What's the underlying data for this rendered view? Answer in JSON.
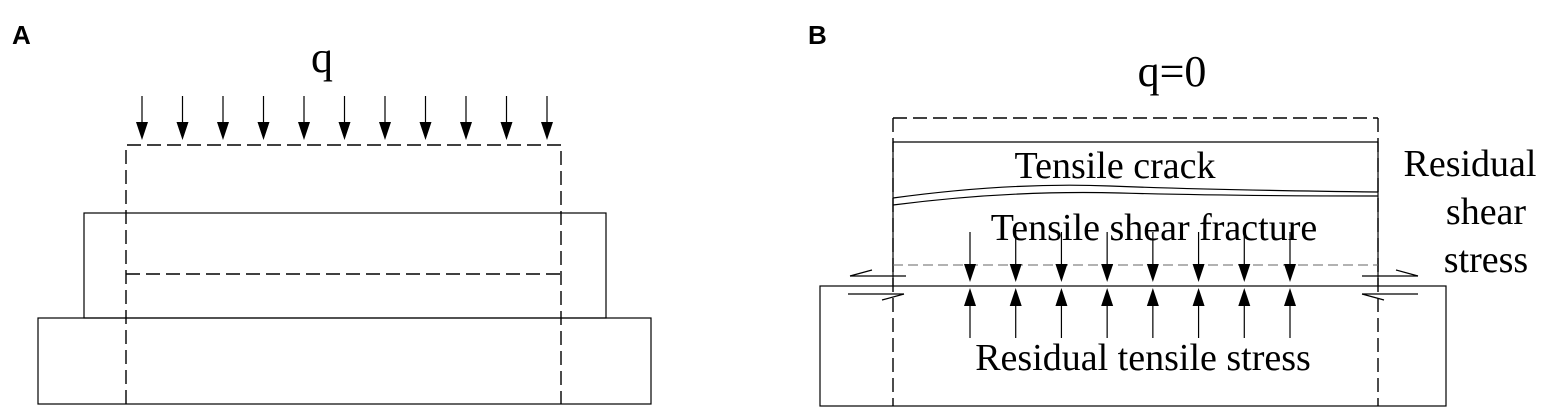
{
  "panels": [
    {
      "letter": "A",
      "load_label": "q"
    },
    {
      "letter": "B",
      "load_label": "q=0",
      "labels": {
        "tensile_crack": "Tensile crack",
        "tensile_shear_fracture": "Tensile shear fracture",
        "residual_shear_stress_1": "Residual",
        "residual_shear_stress_2": "shear",
        "residual_shear_stress_3": "stress",
        "residual_tensile_stress": "Residual tensile stress"
      }
    }
  ],
  "counts": {
    "panel_a_load_arrows": 11,
    "panel_b_stress_arrow_pairs": 8
  }
}
